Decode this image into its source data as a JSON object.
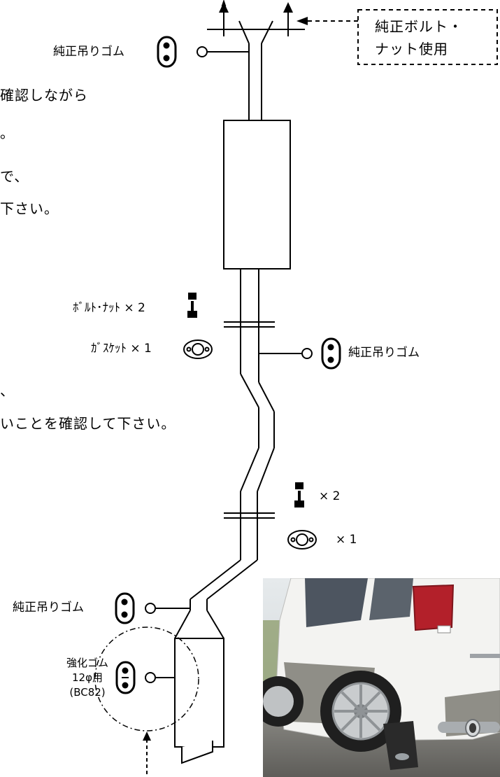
{
  "instructions": {
    "line1": "確認しながら",
    "line2": "。",
    "line3": "で、",
    "line4": "下さい。",
    "line5": "、",
    "line6": "いことを確認して下さい。"
  },
  "callout": {
    "line1": "純正ボルト・",
    "line2": "ナット使用"
  },
  "labels": {
    "hanger_top": "純正吊りゴム",
    "hanger_mid": "純正吊りゴム",
    "hanger_low": "純正吊りゴム",
    "bolt_nut": "ﾎﾞﾙﾄ･ﾅｯﾄ × 2",
    "gasket": "ｶﾞｽｹｯﾄ × 1",
    "bolt_count_2": "× 2",
    "gasket_count_2": "× 1",
    "reinforced_1": "強化ゴム",
    "reinforced_2": "12φ用",
    "reinforced_3": "(BC82)"
  },
  "colors": {
    "line": "#000000",
    "dashed": "#000000",
    "photo_sky": "#d8dde0",
    "photo_car": "#f2f2f0",
    "photo_tail": "#b3202a",
    "photo_road": "#7d7c78",
    "photo_grass": "#6c7f3a"
  },
  "photo": {
    "description_icon": "car-rear-photo-icon"
  }
}
